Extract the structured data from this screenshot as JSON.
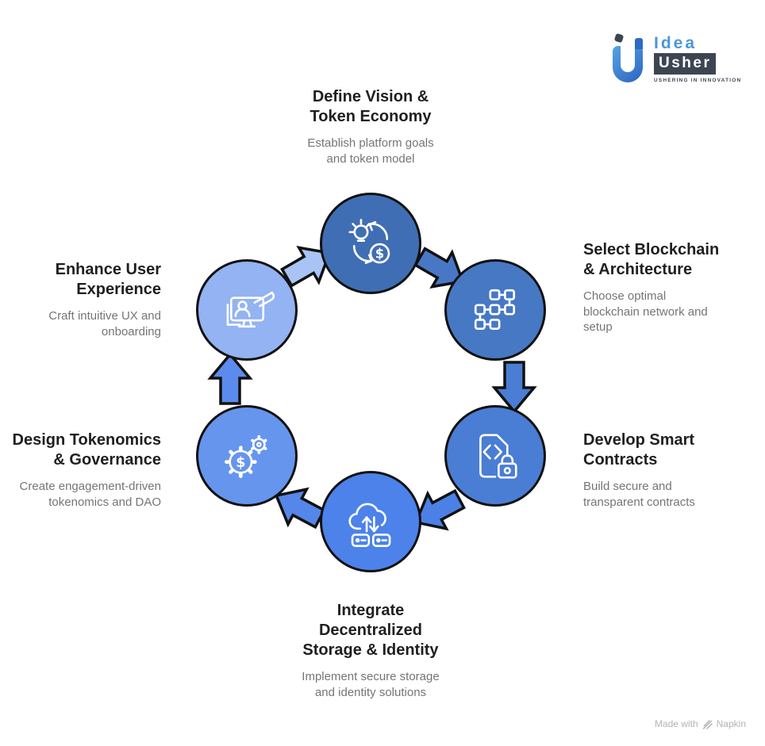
{
  "logo": {
    "brand_word_1": "Idea",
    "brand_word_2": "Usher",
    "tagline": "USHERING IN INNOVATION",
    "mark_dark_color": "#3d4553",
    "mark_blue_color": "#2e6ac6"
  },
  "theme": {
    "title_color": "#1f1f1f",
    "desc_color": "#757575",
    "outline_color": "#111111",
    "icon_stroke_color": "#ffffff"
  },
  "cycle": {
    "steps": [
      {
        "name": "define-vision-token-economy",
        "title_lines": [
          "Define Vision &",
          "Token Economy"
        ],
        "desc_lines": [
          "Establish platform goals",
          "and token model"
        ],
        "color": "#406eb4",
        "icon": "idea-token-exchange-icon"
      },
      {
        "name": "select-blockchain-architecture",
        "title_lines": [
          "Select Blockchain",
          "& Architecture"
        ],
        "desc_lines": [
          "Choose optimal",
          "blockchain network and",
          "setup"
        ],
        "color": "#4678c4",
        "icon": "blockchain-network-icon"
      },
      {
        "name": "develop-smart-contracts",
        "title_lines": [
          "Develop Smart",
          "Contracts"
        ],
        "desc_lines": [
          "Build secure and",
          "transparent contracts"
        ],
        "color": "#4a7dd4",
        "icon": "smart-contract-document-icon"
      },
      {
        "name": "integrate-decentralized-storage-identity",
        "title_lines": [
          "Integrate",
          "Decentralized",
          "Storage & Identity"
        ],
        "desc_lines": [
          "Implement secure storage",
          "and identity solutions"
        ],
        "color": "#4c82ea",
        "icon": "cloud-storage-sync-icon"
      },
      {
        "name": "design-tokenomics-governance",
        "title_lines": [
          "Design Tokenomics",
          "& Governance"
        ],
        "desc_lines": [
          "Create engagement-driven",
          "tokenomics and DAO"
        ],
        "color": "#6695ee",
        "icon": "tokenomics-gears-icon"
      },
      {
        "name": "enhance-user-experience",
        "title_lines": [
          "Enhance User",
          "Experience"
        ],
        "desc_lines": [
          "Craft intuitive UX and",
          "onboarding"
        ],
        "color": "#93b3f2",
        "icon": "ux-monitor-hand-icon"
      }
    ],
    "arrows": [
      {
        "from": "define-vision-token-economy",
        "to": "select-blockchain-architecture",
        "color": "#4878c5"
      },
      {
        "from": "select-blockchain-architecture",
        "to": "develop-smart-contracts",
        "color": "#4a7dd3"
      },
      {
        "from": "develop-smart-contracts",
        "to": "integrate-decentralized-storage-identity",
        "color": "#4c80e6"
      },
      {
        "from": "integrate-decentralized-storage-identity",
        "to": "design-tokenomics-governance",
        "color": "#5586ea"
      },
      {
        "from": "design-tokenomics-governance",
        "to": "enhance-user-experience",
        "color": "#5c8bee"
      },
      {
        "from": "enhance-user-experience",
        "to": "define-vision-token-economy",
        "color": "#a9c4f4"
      }
    ]
  },
  "icon_glyphs": {
    "dollar": "$"
  },
  "footer": {
    "made_with": "Made with",
    "brand": "Napkin"
  }
}
